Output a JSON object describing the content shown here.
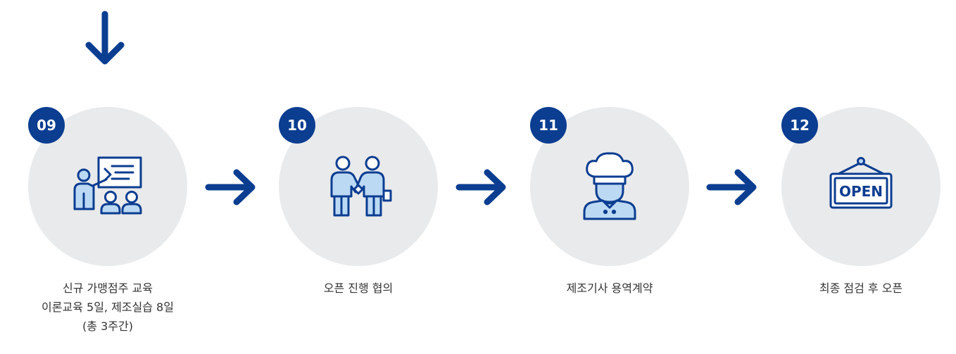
{
  "colors": {
    "brand_blue": "#0b3d91",
    "icon_fill": "#bcd9f4",
    "circle_bg": "#e9eaeb",
    "caption_text": "#333333"
  },
  "steps": [
    {
      "number": "09",
      "icon": "training-presentation-icon",
      "lines": [
        "신규 가맹점주 교육",
        "이론교육 5일, 제조실습 8일",
        "(총 3주간)"
      ]
    },
    {
      "number": "10",
      "icon": "handshake-icon",
      "lines": [
        "오픈 진행 협의"
      ]
    },
    {
      "number": "11",
      "icon": "chef-icon",
      "lines": [
        "제조기사 용역계약"
      ]
    },
    {
      "number": "12",
      "icon": "open-sign-icon",
      "sign_text": "OPEN",
      "lines": [
        "최종 점검 후 오픈"
      ]
    }
  ]
}
